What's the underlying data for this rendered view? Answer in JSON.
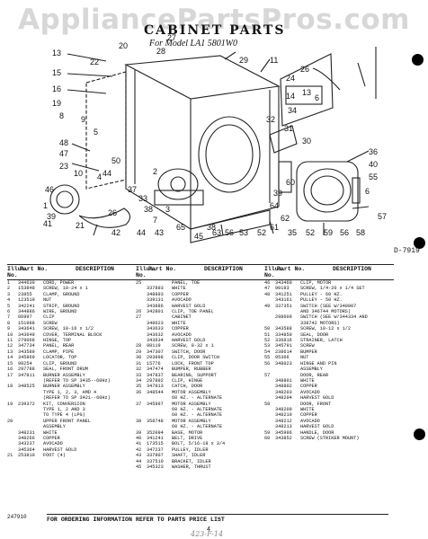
{
  "watermark": "AppliancePartsPros.com",
  "title": "CABINET PARTS",
  "subtitle": "For Model LA1 5801W0",
  "diagram_code": "D-7919",
  "callouts": [
    "28",
    "27",
    "13",
    "15",
    "16",
    "19",
    "8",
    "29",
    "11",
    "24",
    "26",
    "14",
    "13",
    "6",
    "34",
    "32",
    "31",
    "30",
    "48",
    "47",
    "23",
    "10",
    "46",
    "44",
    "50",
    "1",
    "4",
    "2",
    "37",
    "26",
    "39",
    "33",
    "21",
    "38",
    "7",
    "3",
    "42",
    "45",
    "65",
    "43",
    "44",
    "38",
    "41",
    "36",
    "40",
    "55",
    "6",
    "60",
    "39",
    "64",
    "62",
    "61",
    "52",
    "53",
    "56",
    "63",
    "35",
    "52",
    "59",
    "56",
    "58",
    "57",
    "20",
    "22",
    "9",
    "5"
  ],
  "table": {
    "headers": {
      "no": "Illus. No.",
      "part": "Part No.",
      "desc": "DESCRIPTION"
    },
    "columns": [
      [
        [
          "1",
          "344639",
          "CORD, POWER"
        ],
        [
          "2",
          "153848",
          "SCREW, 10-24 x 1"
        ],
        [
          "3",
          "23855",
          "CLAMP, GROUND"
        ],
        [
          "4",
          "123519",
          "NUT"
        ],
        [
          "5",
          "342241",
          "STRIP, GROUND"
        ],
        [
          "6",
          "344886",
          "WIRE, GROUND"
        ],
        [
          "7",
          "86997",
          "CLIP"
        ],
        [
          "8",
          "151988",
          "SCREW"
        ],
        [
          "9",
          "343641",
          "SCREW, 10-16 x 1/2"
        ],
        [
          "10",
          "343649",
          "COVER, TERMINAL BLOCK"
        ],
        [
          "11",
          "279068",
          "HINGE, TOP"
        ],
        [
          "12",
          "347734",
          "PANEL, REAR"
        ],
        [
          "13",
          "343589",
          "CLAMP, PIPE"
        ],
        [
          "14",
          "345869",
          "LOCATOR, TOP"
        ],
        [
          "15",
          "98254",
          "CLIP, GROUND"
        ],
        [
          "16",
          "297788",
          "SEAL, FRONT DRUM"
        ],
        [
          "17",
          "347811",
          "BURNER ASSEMBLY"
        ],
        [
          "",
          "",
          "(REFER TO SP 3435--60Hz)"
        ],
        [
          "18",
          "348525",
          "BURNER ASSEMBLY"
        ],
        [
          "",
          "",
          "TYPE 1, 2, 3, AMD 4"
        ],
        [
          "",
          "",
          "(REFER TO SP 3421--60Hz)"
        ],
        [
          "19",
          "239372",
          "KIT, CONVERSION"
        ],
        [
          "",
          "",
          "TYPE 1, 2 AND 3"
        ],
        [
          "",
          "",
          "TO TYPE 4 (LPG)"
        ],
        [
          "20",
          "",
          "UPPER FRONT PANEL"
        ],
        [
          "",
          "",
          "ASSEMBLY"
        ],
        [
          "",
          "348231",
          "WHITE"
        ],
        [
          "",
          "348266",
          "COPPER"
        ],
        [
          "",
          "343237",
          "AVOCADO"
        ],
        [
          "",
          "345364",
          "HARVEST GOLD"
        ],
        [
          "21",
          "253810",
          "FOOT (4)"
        ]
      ],
      [
        [
          "25",
          "",
          "PANEL, TOE"
        ],
        [
          "",
          "337893",
          "WHITE"
        ],
        [
          "",
          "348893",
          "COPPER"
        ],
        [
          "",
          "339131",
          "AVOCADO"
        ],
        [
          "",
          "343886",
          "HARVEST GOLD"
        ],
        [
          "26",
          "342801",
          "CLIP, TOE PANEL"
        ],
        [
          "27",
          "",
          "CABINET"
        ],
        [
          "",
          "348623",
          "WHITE"
        ],
        [
          "",
          "343633",
          "COPPER"
        ],
        [
          "",
          "343632",
          "AVOCADO"
        ],
        [
          "",
          "343634",
          "HARVEST GOLD"
        ],
        [
          "28",
          "98119",
          "SCREW, 8-32 x 1"
        ],
        [
          "29",
          "347307",
          "SWITCH, DOOR"
        ],
        [
          "30",
          "293898",
          "CLIP, DOOR SWITCH"
        ],
        [
          "31",
          "15776",
          "LOCK, FRONT TOP"
        ],
        [
          "32",
          "347474",
          "BUMPER, RUBBER"
        ],
        [
          "33",
          "347837",
          "BEARING, SUPPORT"
        ],
        [
          "34",
          "297892",
          "CLIP, HINGE"
        ],
        [
          "35",
          "347913",
          "CATCH, DOOR"
        ],
        [
          "36",
          "348544",
          "MOTOR ASSEMBLY"
        ],
        [
          "",
          "",
          "60 HZ. - ALTERNATE"
        ],
        [
          "37",
          "345997",
          "MOTOR ASSEMBLY"
        ],
        [
          "",
          "",
          "60 HZ. - ALTERNATE"
        ],
        [
          "",
          "",
          "60 HZ. - ALTERNATE"
        ],
        [
          "38",
          "358748",
          "MOTOR ASSEMBLY"
        ],
        [
          "",
          "",
          "60 HZ. - ALTERNATE"
        ],
        [
          "39",
          "352094",
          "BASE, MOTOR"
        ],
        [
          "40",
          "341241",
          "BELT, DRIVE"
        ],
        [
          "41",
          "173515",
          "BOLT, 5/16-18 x 3/4"
        ],
        [
          "42",
          "347237",
          "PULLEY, IDLER"
        ],
        [
          "43",
          "337907",
          "SHAFT, IDLER"
        ],
        [
          "44",
          "337510",
          "BRACKET, IDLER"
        ],
        [
          "45",
          "345323",
          "WASHER, THRUST"
        ]
      ],
      [
        [
          "46",
          "343460",
          "CLIP, MOTOR"
        ],
        [
          "47",
          "90193",
          "SCREW, 1/4-20 x 1/4 SET"
        ],
        [
          "48",
          "341251",
          "PULLEY - 60 HZ."
        ],
        [
          "",
          "343161",
          "PULLEY - 50 HZ."
        ],
        [
          "49",
          "337351",
          "SWITCH (SEE W/340907"
        ],
        [
          "",
          "",
          "AND 346744 MOTORS)"
        ],
        [
          "",
          "298609",
          "SWITCH (SEE W/344334 AND"
        ],
        [
          "",
          "",
          "338742 MOTORS)"
        ],
        [
          "50",
          "343588",
          "SCREW, 10-12 x 1/2"
        ],
        [
          "51",
          "334850",
          "SEAL, DOOR"
        ],
        [
          "52",
          "336816",
          "STRAINER, LATCH"
        ],
        [
          "53",
          "345791",
          "SCREW"
        ],
        [
          "54",
          "238614",
          "BUMPER"
        ],
        [
          "55",
          "95366",
          "NUT"
        ],
        [
          "56",
          "348023",
          "HINGE AND PIN"
        ],
        [
          "",
          "",
          "ASSEMBLY"
        ],
        [
          "57",
          "",
          "DOOR, REAR"
        ],
        [
          "",
          "348801",
          "WHITE"
        ],
        [
          "",
          "348802",
          "COPPER"
        ],
        [
          "",
          "348203",
          "AVOCADO"
        ],
        [
          "",
          "348204",
          "HARVEST GOLD"
        ],
        [
          "58",
          "",
          "DOOR, FRONT"
        ],
        [
          "",
          "348209",
          "WHITE"
        ],
        [
          "",
          "348210",
          "COPPER"
        ],
        [
          "",
          "348212",
          "AVOCADO"
        ],
        [
          "",
          "348213",
          "HARVEST GOLD"
        ],
        [
          "59",
          "345996",
          "HANDLE, DOOR"
        ],
        [
          "60",
          "343852",
          "SCREW (STRIKER MOUNT)"
        ]
      ]
    ]
  },
  "footer": "FOR ORDERING INFORMATION REFER TO PARTS PRICE LIST",
  "left_code": "247910",
  "page_number": "4",
  "handwritten": "423-F-14"
}
